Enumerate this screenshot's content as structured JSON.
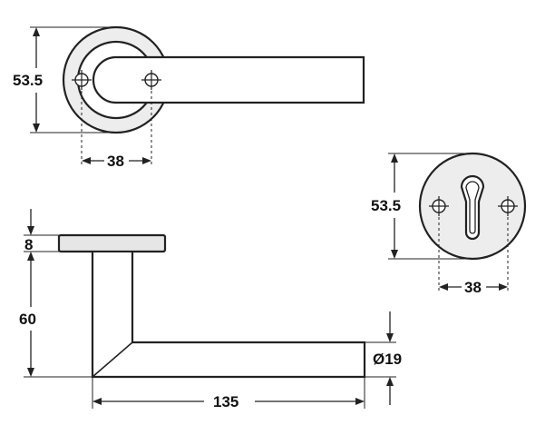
{
  "dimensions": {
    "top_rose_height": "53.5",
    "top_screw_spacing": "38",
    "escutcheon_height": "53.5",
    "escutcheon_screw_spacing": "38",
    "rose_thickness": "8",
    "lever_projection": "60",
    "lever_diameter": "Ø19",
    "lever_length": "135"
  }
}
